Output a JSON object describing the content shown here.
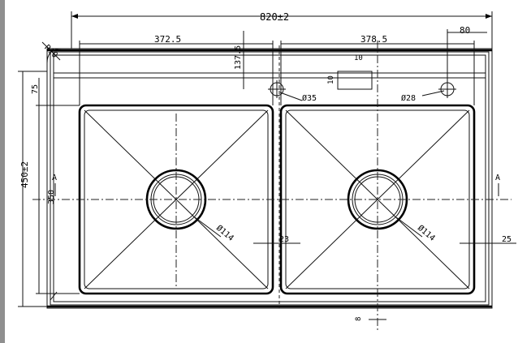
{
  "labels": {
    "overall_width": "820±2",
    "left_bowl_width": "372.5",
    "right_bowl_width": "378.5",
    "radius": "R10",
    "tap_hole_x": "80",
    "tap_hole_offset": "137.5",
    "overall_height": "450±2",
    "back_ledge": "75",
    "bowl_depth": "350",
    "tap_hole_diameter_left": "Ø35",
    "tap_hole_diameter_right": "Ø28",
    "drain_diameter_left": "Ø114",
    "drain_diameter_right": "Ø114",
    "depth_mid": "23",
    "depth_right": "25",
    "section_marker": "A",
    "bottom_offset": "8",
    "bracket_small": "10",
    "bracket_right": "10"
  },
  "colors": {
    "line": "#000000",
    "border_strip": "#8f8f8f",
    "background": "#ffffff"
  }
}
